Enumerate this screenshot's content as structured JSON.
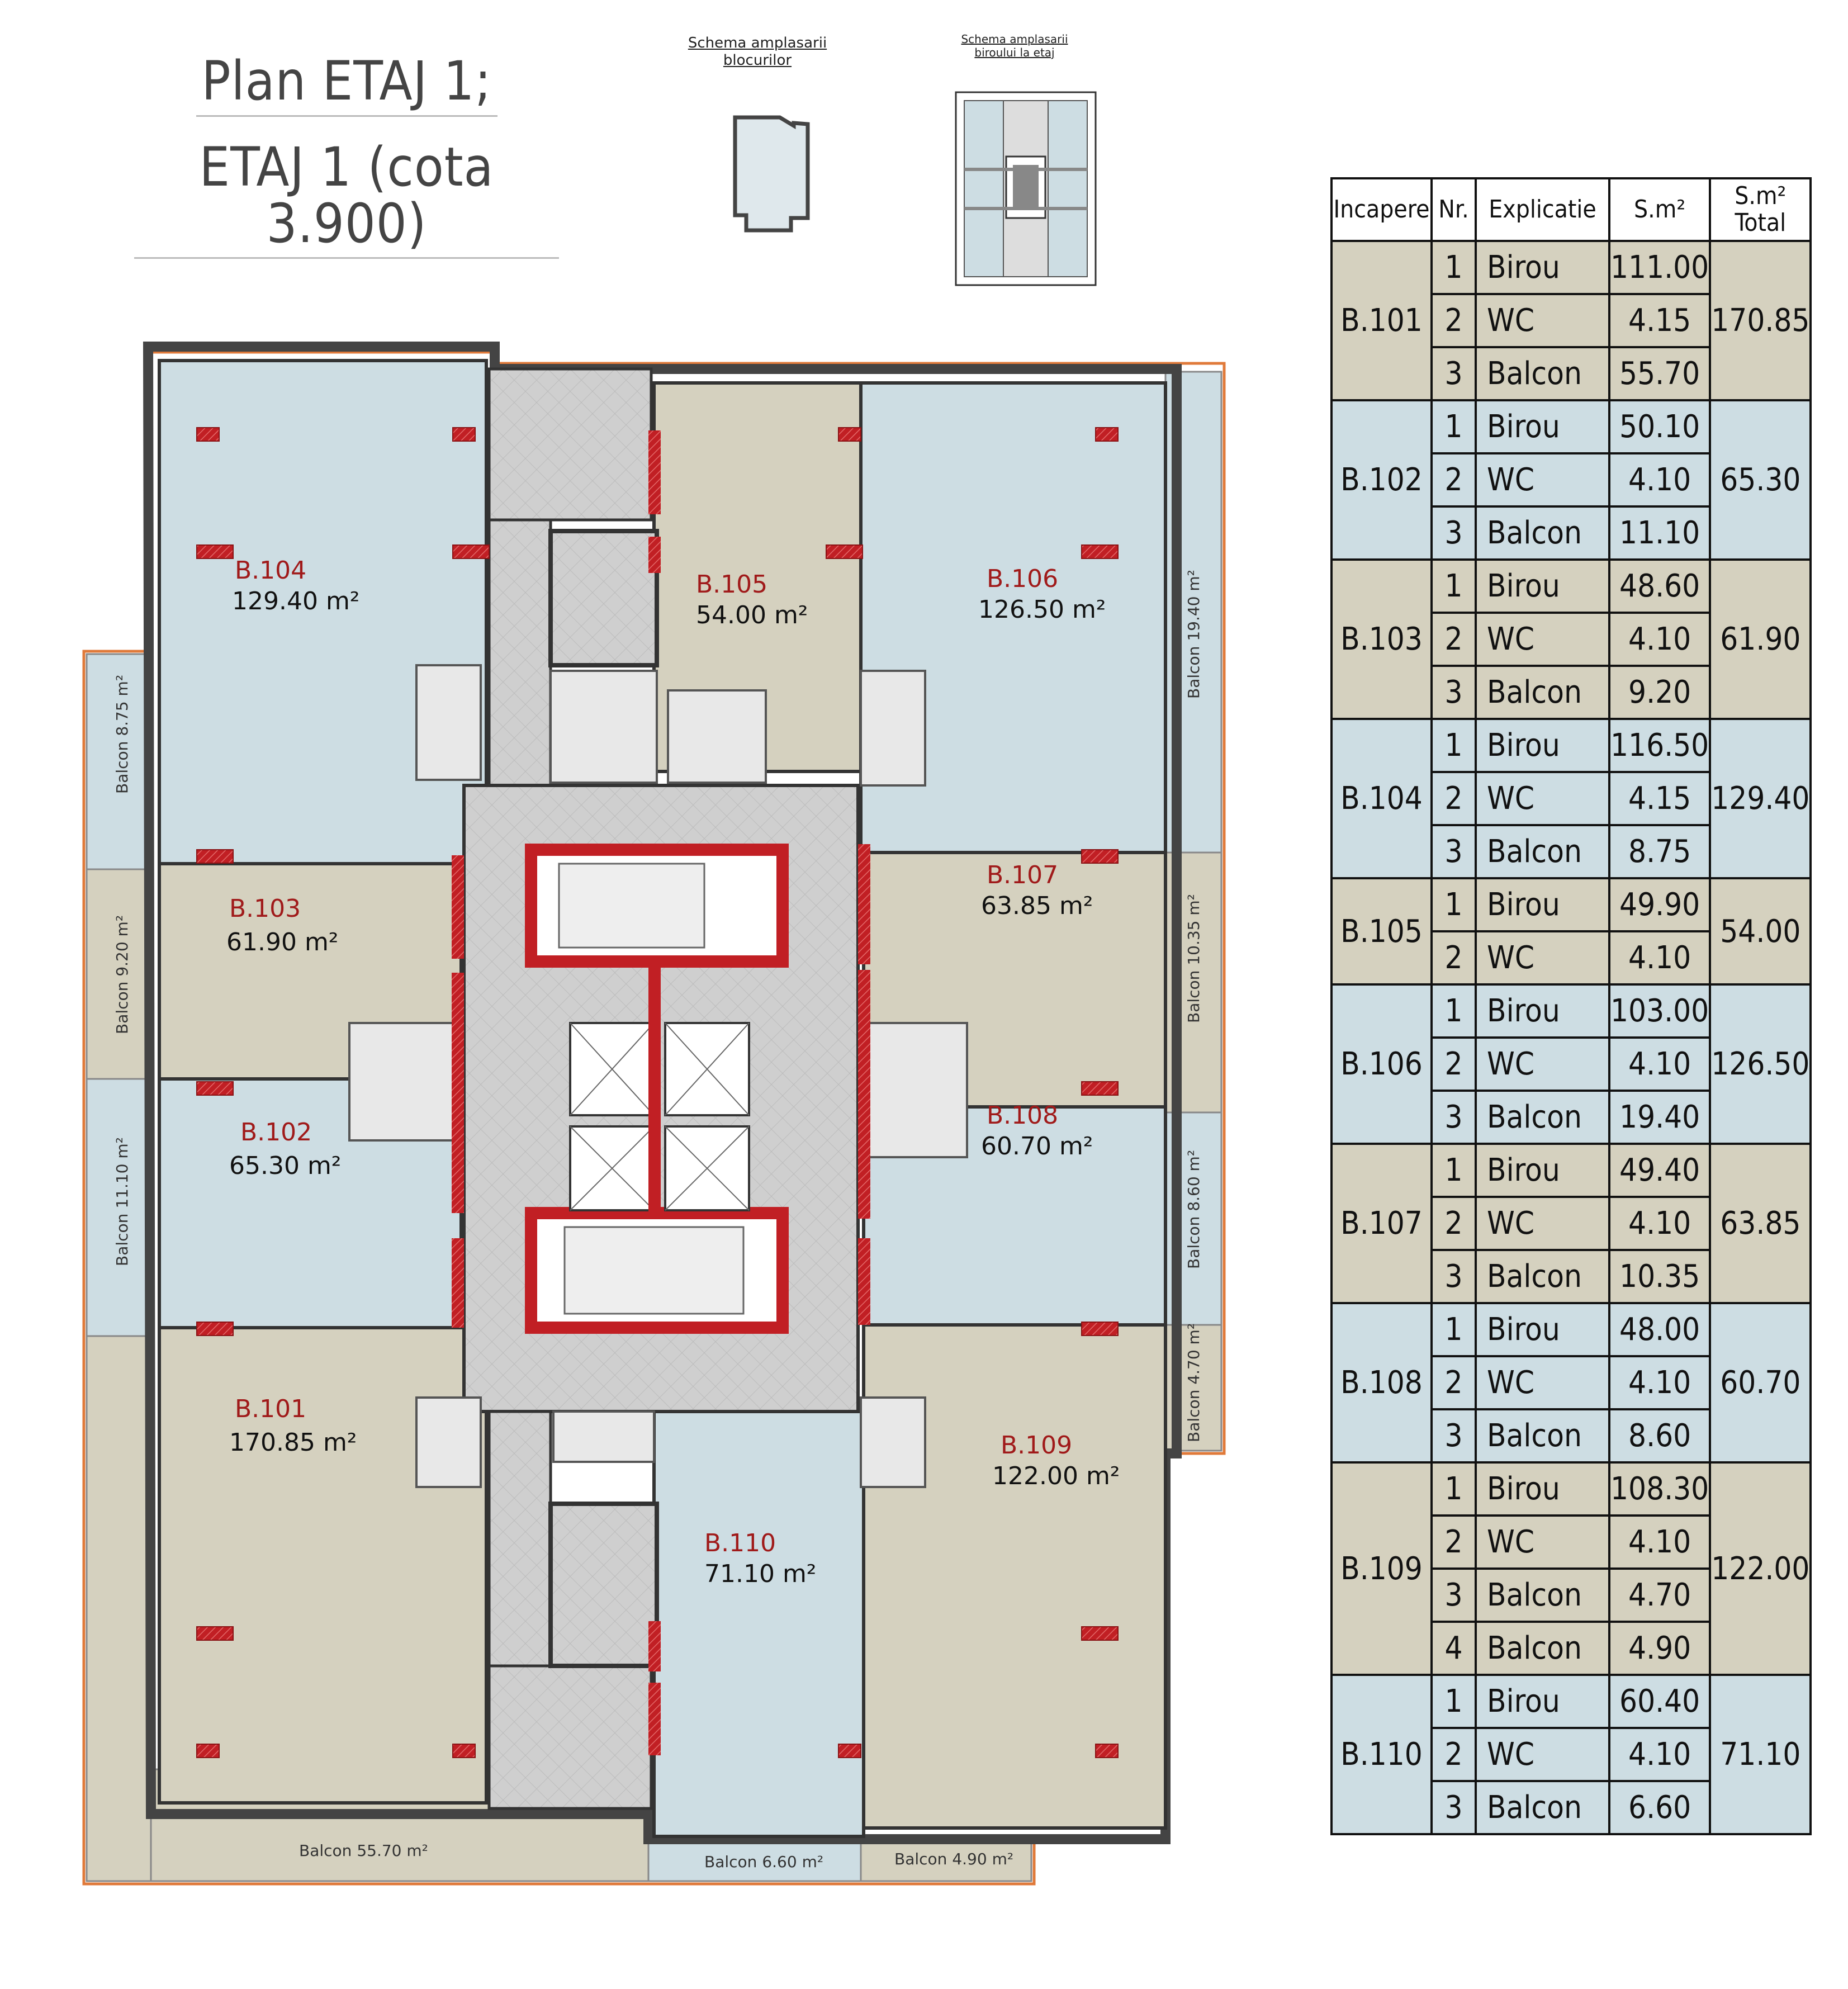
{
  "title": {
    "line1": "Plan ETAJ 1;",
    "line2": "ETAJ 1 (cota 3.900)"
  },
  "schemes": {
    "blocks_caption_1": "Schema amplasarii",
    "blocks_caption_2": "blocurilor",
    "office_caption_1": "Schema amplasarii",
    "office_caption_2": "biroului la etaj"
  },
  "rooms": [
    {
      "id": "B.104",
      "area": "129.40 m²"
    },
    {
      "id": "B.105",
      "area": "54.00 m²"
    },
    {
      "id": "B.106",
      "area": "126.50 m²"
    },
    {
      "id": "B.103",
      "area": "61.90 m²"
    },
    {
      "id": "B.107",
      "area": "63.85 m²"
    },
    {
      "id": "B.102",
      "area": "65.30 m²"
    },
    {
      "id": "B.108",
      "area": "60.70 m²"
    },
    {
      "id": "B.101",
      "area": "170.85 m²"
    },
    {
      "id": "B.109",
      "area": "122.00 m²"
    },
    {
      "id": "B.110",
      "area": "71.10 m²"
    }
  ],
  "balconies": [
    "Balcon 8.75 m²",
    "Balcon 9.20 m²",
    "Balcon 11.10 m²",
    "Balcon 19.40 m²",
    "Balcon 10.35 m²",
    "Balcon 8.60 m²",
    "Balcon 4.70 m²",
    "Balcon 55.70 m²",
    "Balcon 6.60 m²",
    "Balcon 4.90 m²"
  ],
  "table": {
    "headers": {
      "room": "Incapere",
      "nr": "Nr.",
      "expl": "Explicatie",
      "sm": "S.m²",
      "total": "S.m² Total"
    },
    "groups": [
      {
        "room": "B.101",
        "total": "170.85",
        "color": "beige",
        "rows": [
          {
            "nr": "1",
            "expl": "Birou",
            "sm": "111.00"
          },
          {
            "nr": "2",
            "expl": "WC",
            "sm": "4.15"
          },
          {
            "nr": "3",
            "expl": "Balcon",
            "sm": "55.70"
          }
        ]
      },
      {
        "room": "B.102",
        "total": "65.30",
        "color": "blue",
        "rows": [
          {
            "nr": "1",
            "expl": "Birou",
            "sm": "50.10"
          },
          {
            "nr": "2",
            "expl": "WC",
            "sm": "4.10"
          },
          {
            "nr": "3",
            "expl": "Balcon",
            "sm": "11.10"
          }
        ]
      },
      {
        "room": "B.103",
        "total": "61.90",
        "color": "beige",
        "rows": [
          {
            "nr": "1",
            "expl": "Birou",
            "sm": "48.60"
          },
          {
            "nr": "2",
            "expl": "WC",
            "sm": "4.10"
          },
          {
            "nr": "3",
            "expl": "Balcon",
            "sm": "9.20"
          }
        ]
      },
      {
        "room": "B.104",
        "total": "129.40",
        "color": "blue",
        "rows": [
          {
            "nr": "1",
            "expl": "Birou",
            "sm": "116.50"
          },
          {
            "nr": "2",
            "expl": "WC",
            "sm": "4.15"
          },
          {
            "nr": "3",
            "expl": "Balcon",
            "sm": "8.75"
          }
        ]
      },
      {
        "room": "B.105",
        "total": "54.00",
        "color": "beige",
        "rows": [
          {
            "nr": "1",
            "expl": "Birou",
            "sm": "49.90"
          },
          {
            "nr": "2",
            "expl": "WC",
            "sm": "4.10"
          }
        ]
      },
      {
        "room": "B.106",
        "total": "126.50",
        "color": "blue",
        "rows": [
          {
            "nr": "1",
            "expl": "Birou",
            "sm": "103.00"
          },
          {
            "nr": "2",
            "expl": "WC",
            "sm": "4.10"
          },
          {
            "nr": "3",
            "expl": "Balcon",
            "sm": "19.40"
          }
        ]
      },
      {
        "room": "B.107",
        "total": "63.85",
        "color": "beige",
        "rows": [
          {
            "nr": "1",
            "expl": "Birou",
            "sm": "49.40"
          },
          {
            "nr": "2",
            "expl": "WC",
            "sm": "4.10"
          },
          {
            "nr": "3",
            "expl": "Balcon",
            "sm": "10.35"
          }
        ]
      },
      {
        "room": "B.108",
        "total": "60.70",
        "color": "blue",
        "rows": [
          {
            "nr": "1",
            "expl": "Birou",
            "sm": "48.00"
          },
          {
            "nr": "2",
            "expl": "WC",
            "sm": "4.10"
          },
          {
            "nr": "3",
            "expl": "Balcon",
            "sm": "8.60"
          }
        ]
      },
      {
        "room": "B.109",
        "total": "122.00",
        "color": "beige",
        "rows": [
          {
            "nr": "1",
            "expl": "Birou",
            "sm": "108.30"
          },
          {
            "nr": "2",
            "expl": "WC",
            "sm": "4.10"
          },
          {
            "nr": "3",
            "expl": "Balcon",
            "sm": "4.70"
          },
          {
            "nr": "4",
            "expl": "Balcon",
            "sm": "4.90"
          }
        ]
      },
      {
        "room": "B.110",
        "total": "71.10",
        "color": "blue",
        "rows": [
          {
            "nr": "1",
            "expl": "Birou",
            "sm": "60.40"
          },
          {
            "nr": "2",
            "expl": "WC",
            "sm": "4.10"
          },
          {
            "nr": "3",
            "expl": "Balcon",
            "sm": "6.60"
          }
        ]
      }
    ]
  },
  "colors": {
    "beige": "#d5d1bf",
    "blue": "#cddde3",
    "wall": "#3a3a3a",
    "core": "#c9c9c9",
    "red": "#c11f24",
    "orange": "#e07a3a"
  }
}
